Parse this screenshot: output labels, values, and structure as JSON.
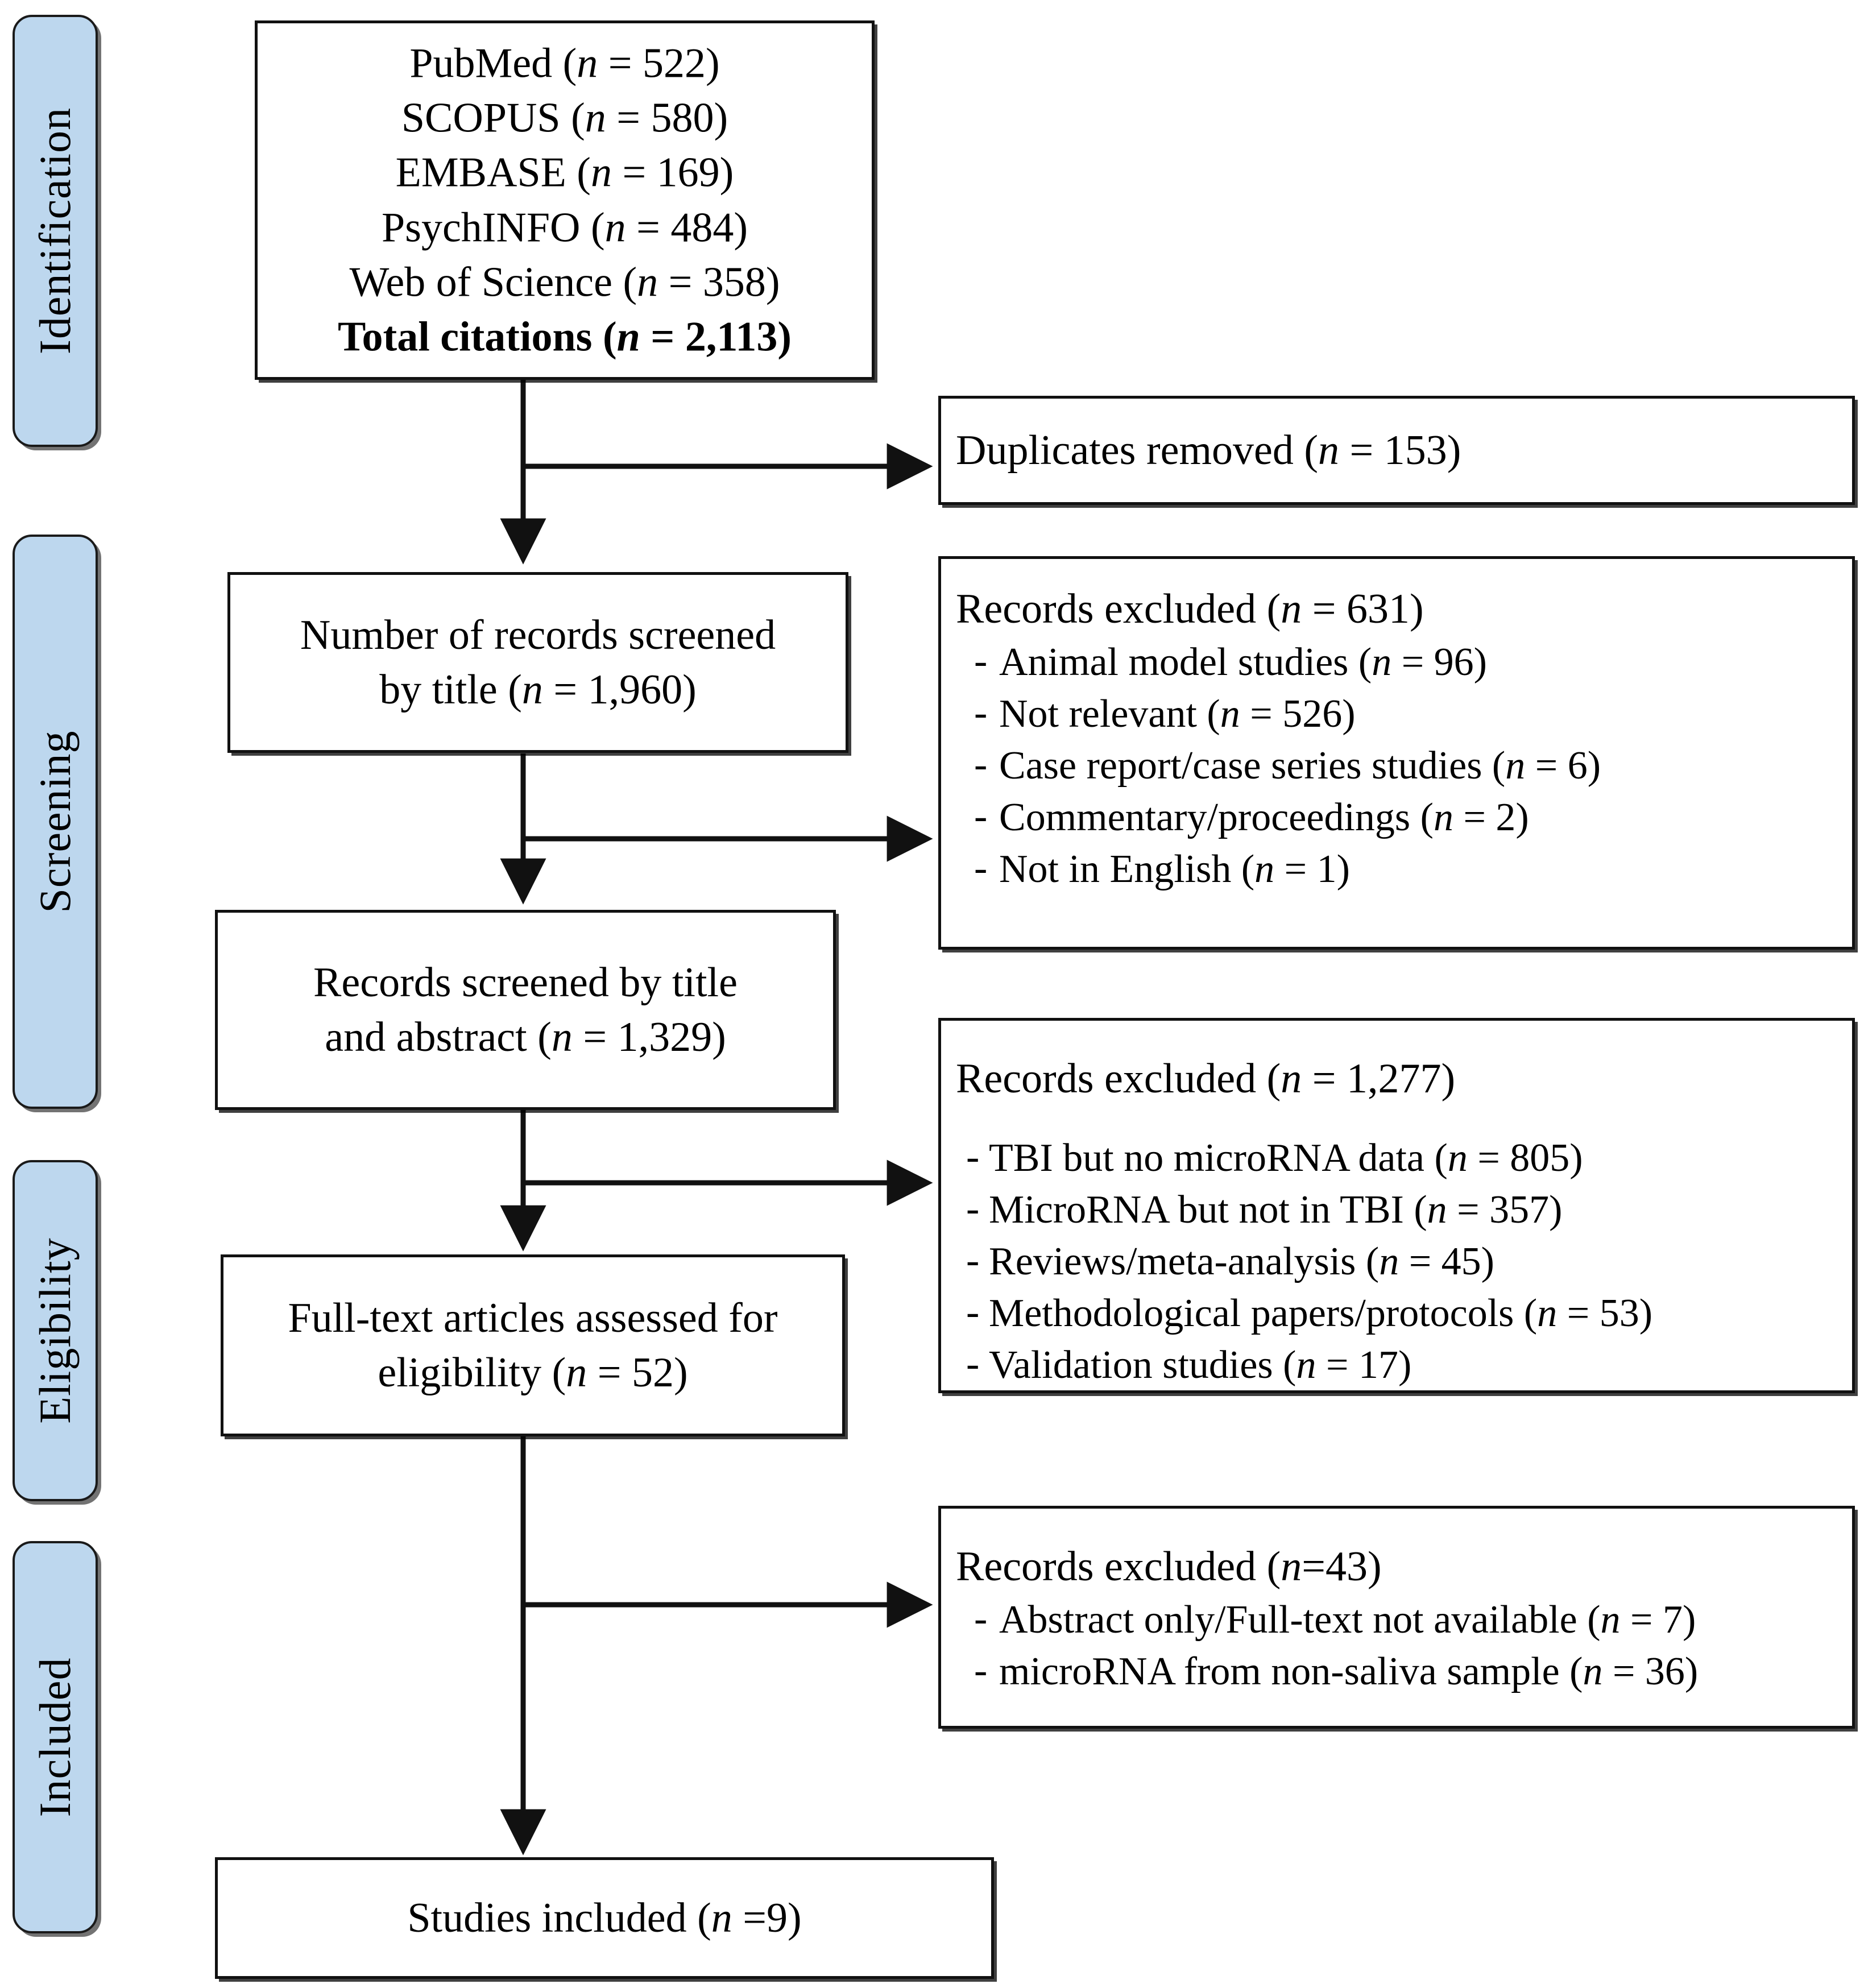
{
  "diagram": {
    "type": "prisma-flow-diagram",
    "title": "PRISMA flow diagram",
    "accent_color": "#bdd7ee",
    "line_color": "#111111",
    "background": "#ffffff"
  },
  "stages": [
    {
      "id": "identification",
      "label": "Identification"
    },
    {
      "id": "screening",
      "label": "Screening"
    },
    {
      "id": "eligibility",
      "label": "Eligibility"
    },
    {
      "id": "included",
      "label": "Included"
    }
  ],
  "boxes": {
    "sources": {
      "lines": [
        "PubMed (n = 522)",
        "SCOPUS (n = 580)",
        "EMBASE (n = 169)",
        "PsychINFO (n = 484)",
        "Web of Science (n = 358)"
      ],
      "total": "Total citations (n = 2,113)"
    },
    "duplicates_removed": {
      "heading": "Duplicates removed (n = 153)"
    },
    "screened_title": {
      "line1": "Number of records screened",
      "line2": "by title (n = 1,960)"
    },
    "excluded_title": {
      "heading": "Records excluded (n = 631)",
      "items": [
        "Animal model studies (n = 96)",
        "Not relevant (n = 526)",
        "Case report/case series studies (n = 6)",
        "Commentary/proceedings (n = 2)",
        "Not in English (n = 1)"
      ]
    },
    "screened_title_abstract": {
      "line1": "Records screened by title",
      "line2": "and abstract (n = 1,329)"
    },
    "excluded_abstract": {
      "heading": "Records excluded (n = 1,277)",
      "items": [
        "TBI but no microRNA data (n = 805)",
        "MicroRNA but not in TBI (n = 357)",
        "Reviews/meta-analysis (n = 45)",
        "Methodological papers/protocols (n = 53)",
        "Validation studies (n = 17)"
      ]
    },
    "fulltext_assessed": {
      "line1": "Full-text articles assessed for",
      "line2": "eligibility (n = 52)"
    },
    "excluded_fulltext": {
      "heading": "Records excluded (n=43)",
      "items": [
        "Abstract only/Full-text not available (n = 7)",
        "microRNA from non-saliva sample (n = 36)"
      ]
    },
    "studies_included": {
      "heading": "Studies included (n =9)"
    }
  },
  "chart_data": {
    "type": "diagram",
    "title": "PRISMA study selection flow",
    "nodes": [
      {
        "id": "sources",
        "stage": "Identification",
        "n": 2113
      },
      {
        "id": "duplicates_removed",
        "stage": "Identification",
        "n": 153
      },
      {
        "id": "screened_title",
        "stage": "Screening",
        "n": 1960
      },
      {
        "id": "excluded_title",
        "stage": "Screening",
        "n": 631
      },
      {
        "id": "screened_title_abstract",
        "stage": "Screening",
        "n": 1329
      },
      {
        "id": "excluded_abstract",
        "stage": "Eligibility",
        "n": 1277
      },
      {
        "id": "fulltext_assessed",
        "stage": "Eligibility",
        "n": 52
      },
      {
        "id": "excluded_fulltext",
        "stage": "Included",
        "n": 43
      },
      {
        "id": "studies_included",
        "stage": "Included",
        "n": 9
      }
    ],
    "edges": [
      {
        "from": "sources",
        "to": "duplicates_removed"
      },
      {
        "from": "sources",
        "to": "screened_title"
      },
      {
        "from": "screened_title",
        "to": "excluded_title"
      },
      {
        "from": "screened_title",
        "to": "screened_title_abstract"
      },
      {
        "from": "screened_title_abstract",
        "to": "excluded_abstract"
      },
      {
        "from": "screened_title_abstract",
        "to": "fulltext_assessed"
      },
      {
        "from": "fulltext_assessed",
        "to": "excluded_fulltext"
      },
      {
        "from": "fulltext_assessed",
        "to": "studies_included"
      }
    ],
    "sources": {
      "PubMed": 522,
      "SCOPUS": 580,
      "EMBASE": 169,
      "PsychINFO": 484,
      "Web of Science": 358
    },
    "exclusions_title_stage": {
      "Animal model studies": 96,
      "Not relevant": 526,
      "Case report/case series studies": 6,
      "Commentary/proceedings": 2,
      "Not in English": 1
    },
    "exclusions_abstract_stage": {
      "TBI but no microRNA data": 805,
      "MicroRNA but not in TBI": 357,
      "Reviews/meta-analysis": 45,
      "Methodological papers/protocols": 53,
      "Validation studies": 17
    },
    "exclusions_fulltext_stage": {
      "Abstract only/Full-text not available": 7,
      "microRNA from non-saliva sample": 36
    }
  }
}
